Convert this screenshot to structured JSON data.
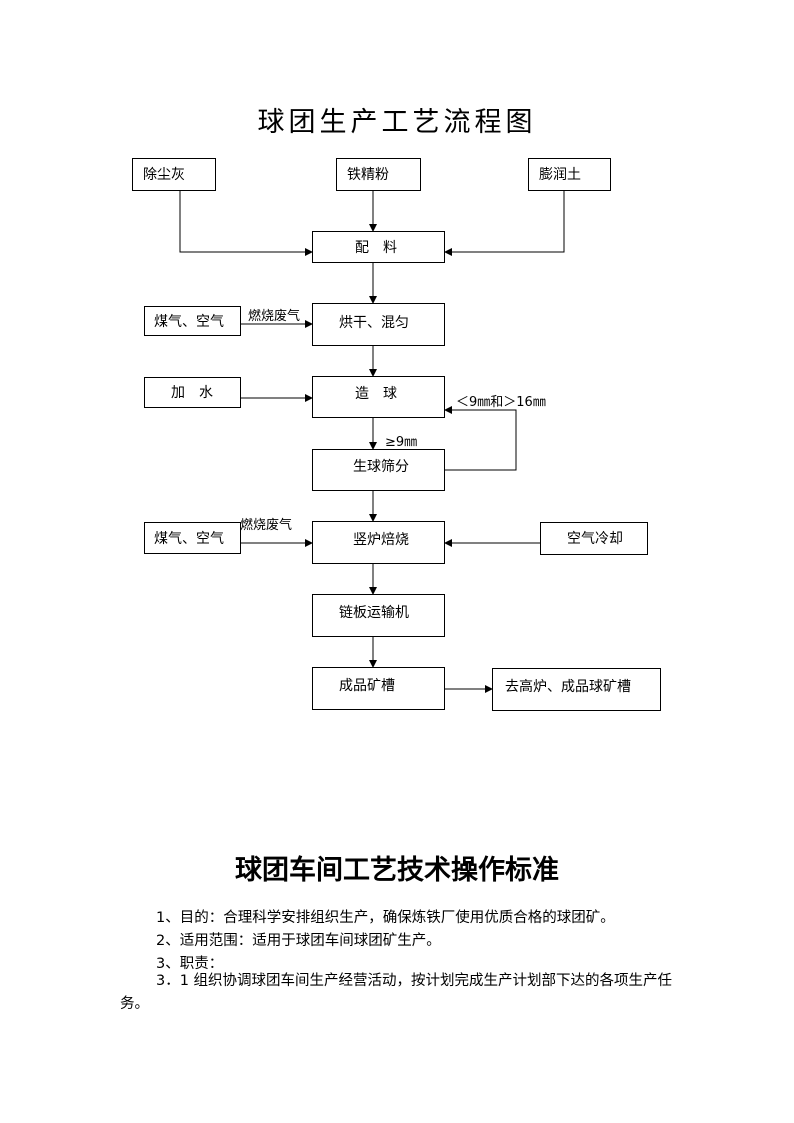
{
  "flowchart": {
    "title": "球团生产工艺流程图",
    "boxes": {
      "dust": "除尘灰",
      "iron_powder": "铁精粉",
      "bentonite": "膨润土",
      "batching": "配　料",
      "gas_air_1": "煤气、空气",
      "drying": "烘干、混匀",
      "add_water": "加　水",
      "balling": "造　球",
      "screening": "生球筛分",
      "gas_air_2": "煤气、空气",
      "roasting": "竖炉焙烧",
      "air_cooling": "空气冷却",
      "conveyor": "链板运输机",
      "product_bin": "成品矿槽",
      "destination": "去高炉、成品球矿槽"
    },
    "labels": {
      "exhaust_1": "燃烧废气",
      "exhaust_2": "燃烧废气",
      "return_size": "＜9㎜和＞16㎜",
      "pass_size": "≥9㎜"
    }
  },
  "document": {
    "title": "球团车间工艺技术操作标准",
    "paragraphs": {
      "p1": "1、目的：合理科学安排组织生产，确保炼铁厂使用优质合格的球团矿。",
      "p2": "2、适用范围：适用于球团车间球团矿生产。",
      "p3": "3、职责：",
      "p4": "3．1 组织协调球团车间生产经营活动，按计划完成生产计划部下达的各项生产任务。"
    }
  }
}
